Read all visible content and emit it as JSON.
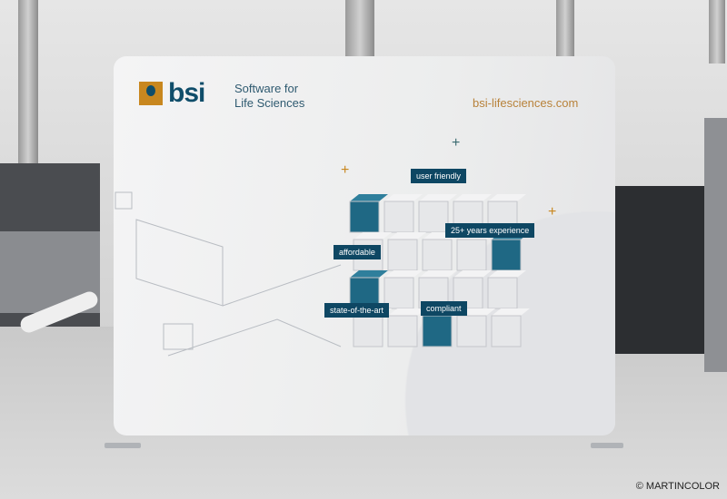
{
  "banner": {
    "logo_text": "bsi",
    "tagline_line1": "Software for",
    "tagline_line2": "Life Sciences",
    "url": "bsi-lifesciences.com",
    "labels": {
      "user_friendly": "user friendly",
      "experience": "25+ years experience",
      "affordable": "affordable",
      "state_of_the_art": "state-of-the-art",
      "compliant": "compliant"
    },
    "colors": {
      "brand_blue": "#0f4d6a",
      "brand_orange": "#c8871f",
      "label_bg": "#0e4763"
    }
  },
  "copyright": "© MARTINCOLOR"
}
